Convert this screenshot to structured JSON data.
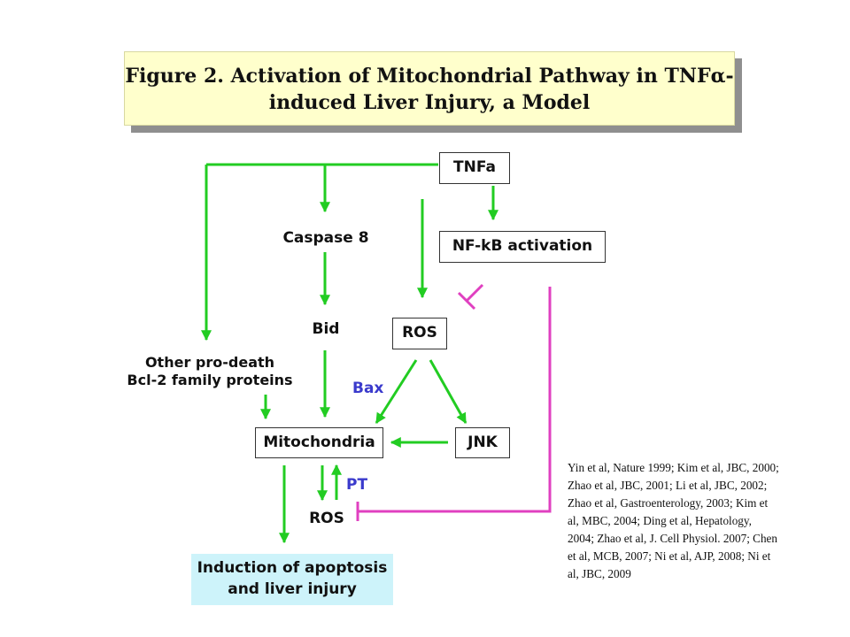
{
  "title": {
    "line1": "Figure 2.  Activation of Mitochondrial Pathway in TNFα-",
    "line2": "induced Liver Injury, a Model"
  },
  "nodes": {
    "tnfa": "TNFa",
    "nfkb": "NF-kB activation",
    "caspase8": "Caspase 8",
    "bid": "Bid",
    "ros_top": "ROS",
    "other_line1": "Other pro-death",
    "other_line2": "Bcl-2 family proteins",
    "bax": "Bax",
    "mitochondria": "Mitochondria",
    "jnk": "JNK",
    "pt": "PT",
    "ros_bottom": "ROS",
    "apoptosis_line1": "Induction of apoptosis",
    "apoptosis_line2": "and liver injury"
  },
  "references": "Yin et al, Nature 1999; Kim et al, JBC, 2000; Zhao et al, JBC, 2001; Li et al, JBC, 2002; Zhao et al, Gastroenterology, 2003; Kim et al, MBC, 2004; Ding et al, Hepatology, 2004; Zhao et al, J. Cell Physiol. 2007; Chen et al, MCB, 2007; Ni et al, AJP, 2008; Ni et al, JBC, 2009",
  "colors": {
    "activation_arrow": "#22cc22",
    "inhibition": "#e040c0",
    "title_bg": "#ffffcc",
    "apoptosis_bg": "#cdf3fa"
  }
}
